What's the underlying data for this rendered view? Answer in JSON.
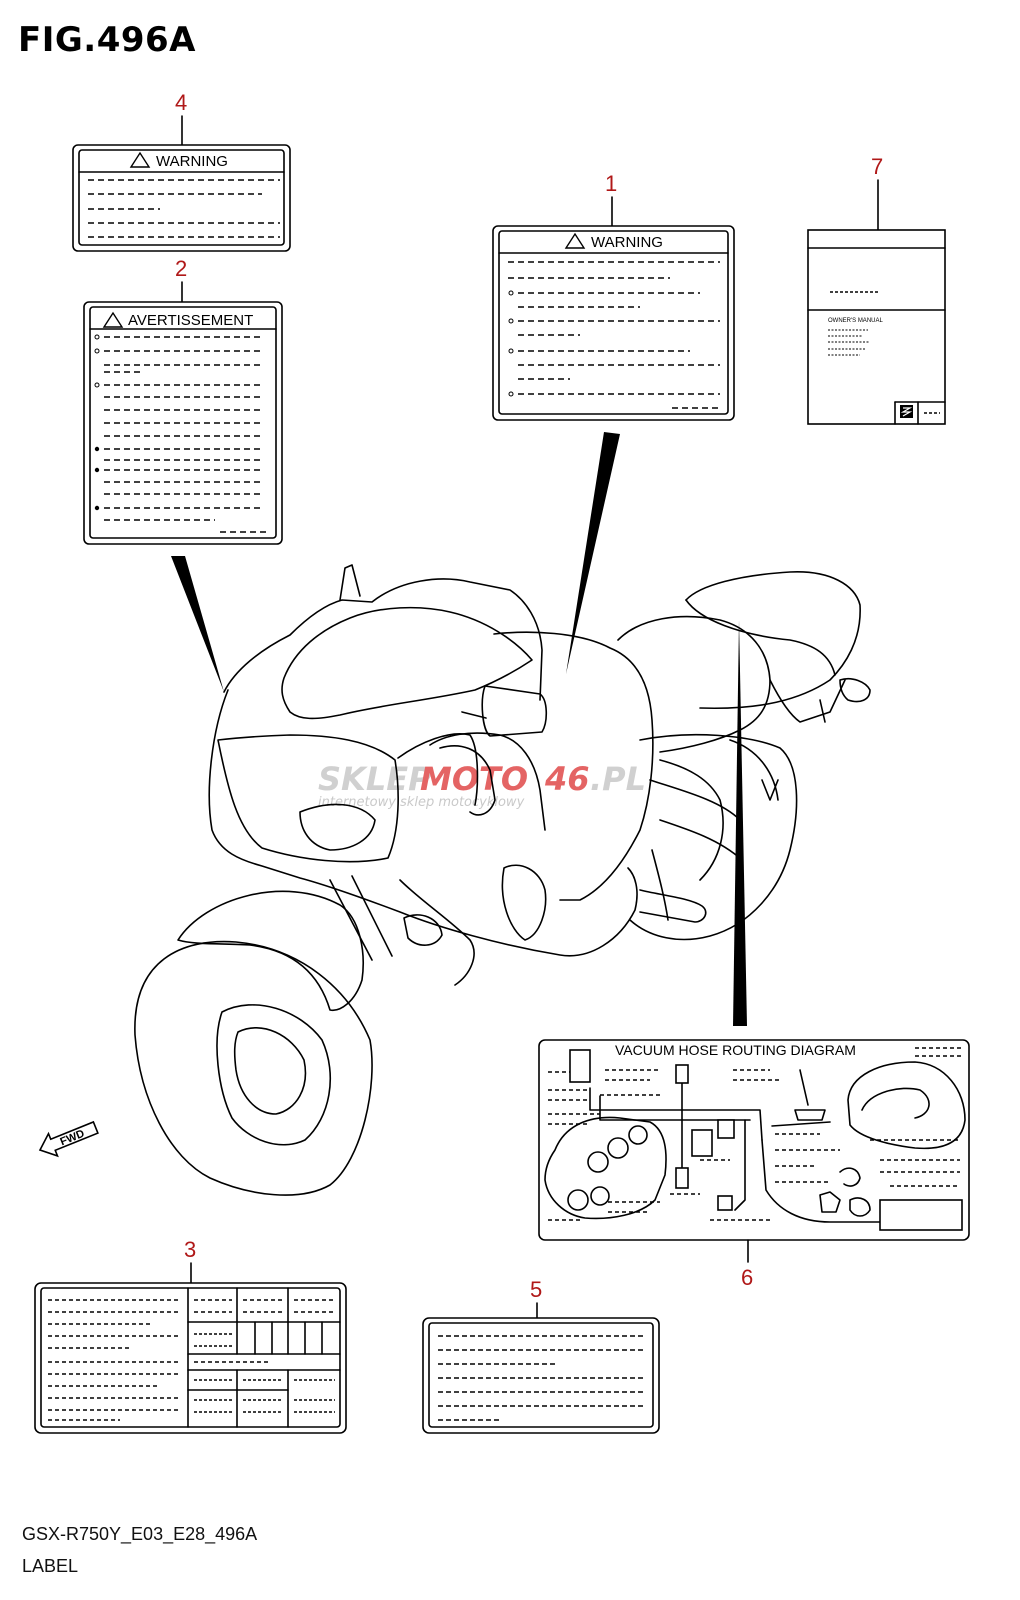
{
  "figure": {
    "title": "FIG.496A",
    "code": "GSX-R750Y_E03_E28_496A",
    "name": "LABEL"
  },
  "labels": {
    "warning_1": {
      "callout": "1",
      "heading": "WARNING"
    },
    "avert_2": {
      "callout": "2",
      "heading": "AVERTISSEMENT"
    },
    "info_3": {
      "callout": "3"
    },
    "warning_4": {
      "callout": "4",
      "heading": "WARNING"
    },
    "info_5": {
      "callout": "5"
    },
    "vacuum_6": {
      "callout": "6",
      "heading": "VACUUM HOSE ROUTING DIAGRAM"
    },
    "manual_7": {
      "callout": "7",
      "heading": "OWNER'S MANUAL"
    }
  },
  "direction": {
    "text": "FWD"
  },
  "watermark": {
    "main_a": "SKLEP",
    "main_b": "MOTO",
    "main_c": "46",
    "main_d": ".PL",
    "sub": "internetowy sklep motocyklowy"
  },
  "colors": {
    "callout": "#b01818",
    "line": "#000000",
    "watermark_red": "#e04a4a",
    "watermark_gray": "#c8c8c8"
  }
}
